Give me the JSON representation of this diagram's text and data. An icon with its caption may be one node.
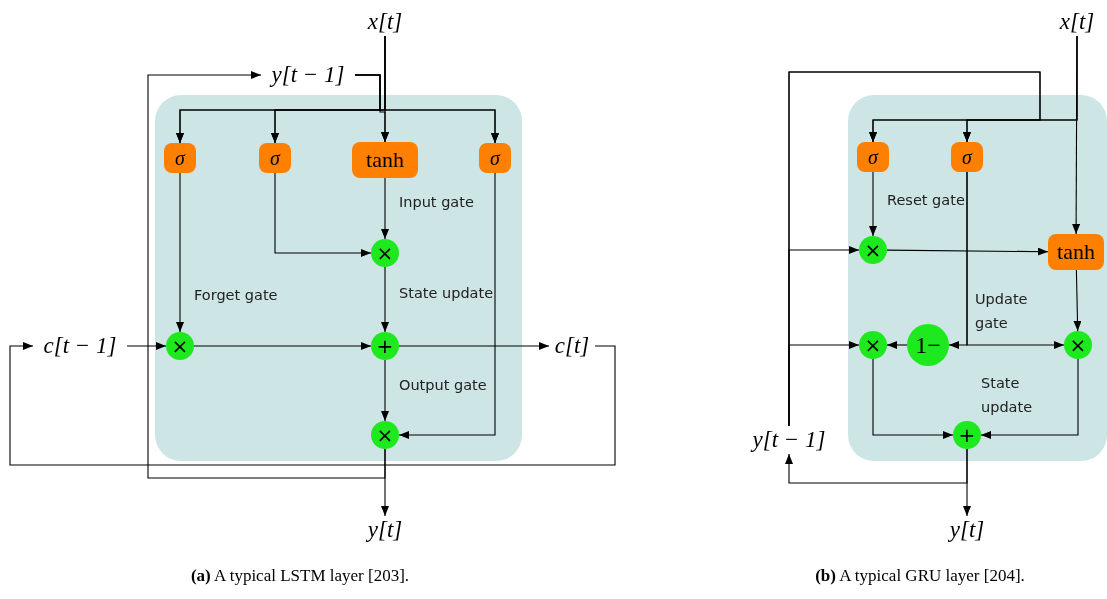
{
  "diagram": {
    "nodes": [
      {
        "text": [],
        "shape": "box"
      },
      {
        "text": [
          "x[t]"
        ]
      },
      {
        "text": [
          "y[t − 1]"
        ]
      },
      {
        "text": [
          "σ"
        ],
        "in": 0
      },
      {
        "text": [
          "σ"
        ],
        "in": 0
      },
      {
        "text": [
          "tanh"
        ],
        "in": 0
      },
      {
        "text": [
          "σ"
        ],
        "in": 0
      },
      {
        "text": [
          "×"
        ],
        "in": 0,
        "beside": [
          "Input gate"
        ]
      },
      {
        "text": [
          "×"
        ],
        "in": 0,
        "beside": [
          "Forget gate"
        ]
      },
      {
        "text": [
          "c[t − 1]"
        ]
      },
      {
        "text": [
          "+"
        ],
        "in": 0,
        "beside": [
          "State update"
        ]
      },
      {
        "text": [
          "c[t]"
        ]
      },
      {
        "text": [
          "×"
        ],
        "in": 0,
        "beside": [
          "Output gate"
        ]
      },
      {
        "text": [
          "y[t]"
        ]
      },
      {
        "text": [],
        "shape": "box"
      },
      {
        "text": [
          "x[t]"
        ]
      },
      {
        "text": [
          "σ"
        ],
        "in": 14
      },
      {
        "text": [
          "σ"
        ],
        "in": 14
      },
      {
        "text": [
          "×"
        ],
        "in": 14,
        "beside": [
          "Reset gate"
        ]
      },
      {
        "text": [
          "tanh"
        ],
        "in": 14
      },
      {
        "text": [
          "×"
        ],
        "in": 14
      },
      {
        "text": [
          "1−"
        ],
        "in": 14
      },
      {
        "text": [
          "×"
        ],
        "in": 14
      },
      {
        "text": [
          "+"
        ],
        "in": 14
      },
      {
        "text": [
          "y[t − 1]"
        ]
      },
      {
        "text": [
          "y[t]"
        ]
      }
    ],
    "edges": [
      {
        "from": 1,
        "to": 3,
        "arrow": "to"
      },
      {
        "from": 1,
        "to": 4,
        "arrow": "to"
      },
      {
        "from": 1,
        "to": 5,
        "arrow": "to"
      },
      {
        "from": 1,
        "to": 6,
        "arrow": "to"
      },
      {
        "from": 2,
        "to": 3,
        "arrow": "to"
      },
      {
        "from": 2,
        "to": 4,
        "arrow": "to"
      },
      {
        "from": 2,
        "to": 5,
        "arrow": "to"
      },
      {
        "from": 2,
        "to": 6,
        "arrow": "to"
      },
      {
        "from": 5,
        "to": 7,
        "arrow": "to"
      },
      {
        "from": 4,
        "to": 7,
        "arrow": "to"
      },
      {
        "from": 3,
        "to": 8,
        "arrow": "to"
      },
      {
        "from": 9,
        "to": 8,
        "arrow": "to"
      },
      {
        "from": 8,
        "to": 10,
        "arrow": "to"
      },
      {
        "from": 7,
        "to": 10,
        "arrow": "to"
      },
      {
        "from": 10,
        "to": 11,
        "arrow": "to"
      },
      {
        "from": 10,
        "to": 12,
        "arrow": "to"
      },
      {
        "from": 6,
        "to": 12,
        "arrow": "to"
      },
      {
        "from": 12,
        "to": 13,
        "arrow": "to"
      },
      {
        "from": 12,
        "to": 2,
        "arrow": "to"
      },
      {
        "from": 11,
        "to": 9,
        "arrow": "to"
      },
      {
        "from": 15,
        "to": 16,
        "arrow": "to"
      },
      {
        "from": 15,
        "to": 17,
        "arrow": "to"
      },
      {
        "from": 15,
        "to": 19,
        "arrow": "to"
      },
      {
        "from": 24,
        "to": 16,
        "arrow": "to"
      },
      {
        "from": 24,
        "to": 17,
        "arrow": "to"
      },
      {
        "from": 24,
        "to": 18,
        "arrow": "to"
      },
      {
        "from": 24,
        "to": 20,
        "arrow": "to"
      },
      {
        "from": 16,
        "to": 18,
        "arrow": "to"
      },
      {
        "from": 18,
        "to": 19,
        "arrow": "to"
      },
      {
        "from": 17,
        "to": 21,
        "arrow": "to"
      },
      {
        "from": 17,
        "to": 22,
        "arrow": "to"
      },
      {
        "from": 21,
        "to": 20,
        "arrow": "to"
      },
      {
        "from": 19,
        "to": 22,
        "arrow": "to"
      },
      {
        "from": 20,
        "to": 23,
        "arrow": "to"
      },
      {
        "from": 22,
        "to": 23,
        "arrow": "to"
      },
      {
        "from": 23,
        "to": 25,
        "arrow": "to"
      },
      {
        "from": 23,
        "to": 24,
        "arrow": "to"
      }
    ],
    "labels": [
      "Update gate",
      "State update",
      "**(a)** A typical LSTM layer [203].",
      "**(b)** A typical GRU layer [204]."
    ]
  }
}
